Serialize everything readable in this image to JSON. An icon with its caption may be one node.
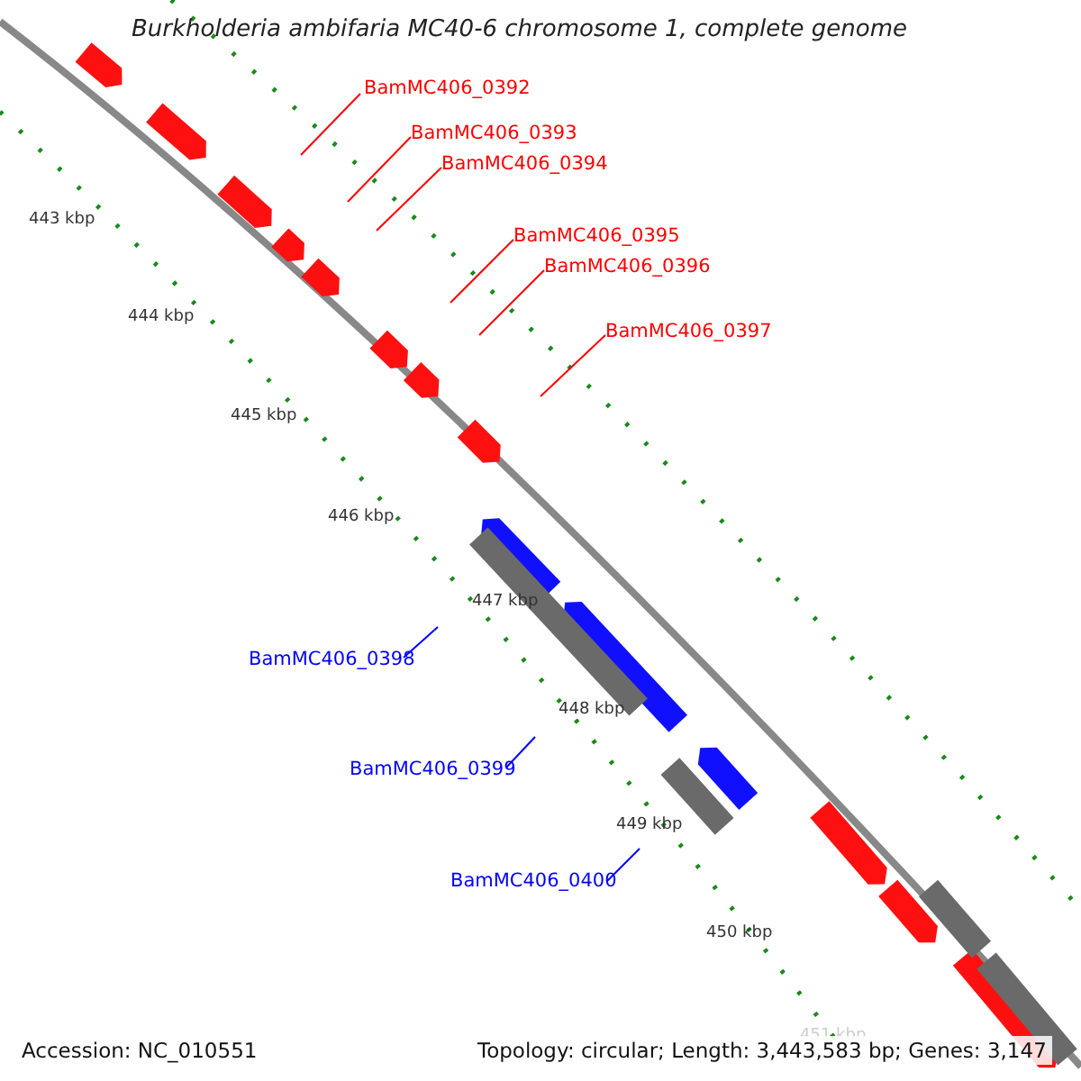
{
  "diagram": {
    "title": "Burkholderia ambifaria MC40-6 chromosome 1, complete genome",
    "nodes": [
      {
        "text": [
          "BamMC406_0392"
        ]
      },
      {
        "text": [
          "BamMC406_0393"
        ]
      },
      {
        "text": [
          "BamMC406_0394"
        ]
      },
      {
        "text": [
          "BamMC406_0395"
        ]
      },
      {
        "text": [
          "BamMC406_0396"
        ]
      },
      {
        "text": [
          "BamMC406_0397"
        ]
      },
      {
        "text": [
          "BamMC406_0398"
        ]
      },
      {
        "text": [
          "BamMC406_0399"
        ]
      },
      {
        "text": [
          "BamMC406_0400"
        ]
      }
    ],
    "edges": [
      {
        "from": 0,
        "to": null,
        "arrow": "none"
      },
      {
        "from": 1,
        "to": null,
        "arrow": "none"
      },
      {
        "from": 2,
        "to": null,
        "arrow": "none"
      },
      {
        "from": 3,
        "to": null,
        "arrow": "none"
      },
      {
        "from": 4,
        "to": null,
        "arrow": "none"
      },
      {
        "from": 5,
        "to": null,
        "arrow": "none"
      },
      {
        "from": 6,
        "to": null,
        "arrow": "none",
        "color": "#0000ff"
      },
      {
        "from": 7,
        "to": null,
        "arrow": "none",
        "color": "#0000ff"
      },
      {
        "from": 8,
        "to": null,
        "arrow": "none",
        "color": "#0000ff"
      }
    ],
    "labels": [
      "443 kbp",
      "444 kbp",
      "445 kbp",
      "446 kbp",
      "447 kbp",
      "448 kbp",
      "449 kbp",
      "450 kbp",
      "451 kbp",
      "Accession: NC_010551",
      "Topology: circular; Length: 3,443,583 bp; Genes: 3,147"
    ]
  }
}
